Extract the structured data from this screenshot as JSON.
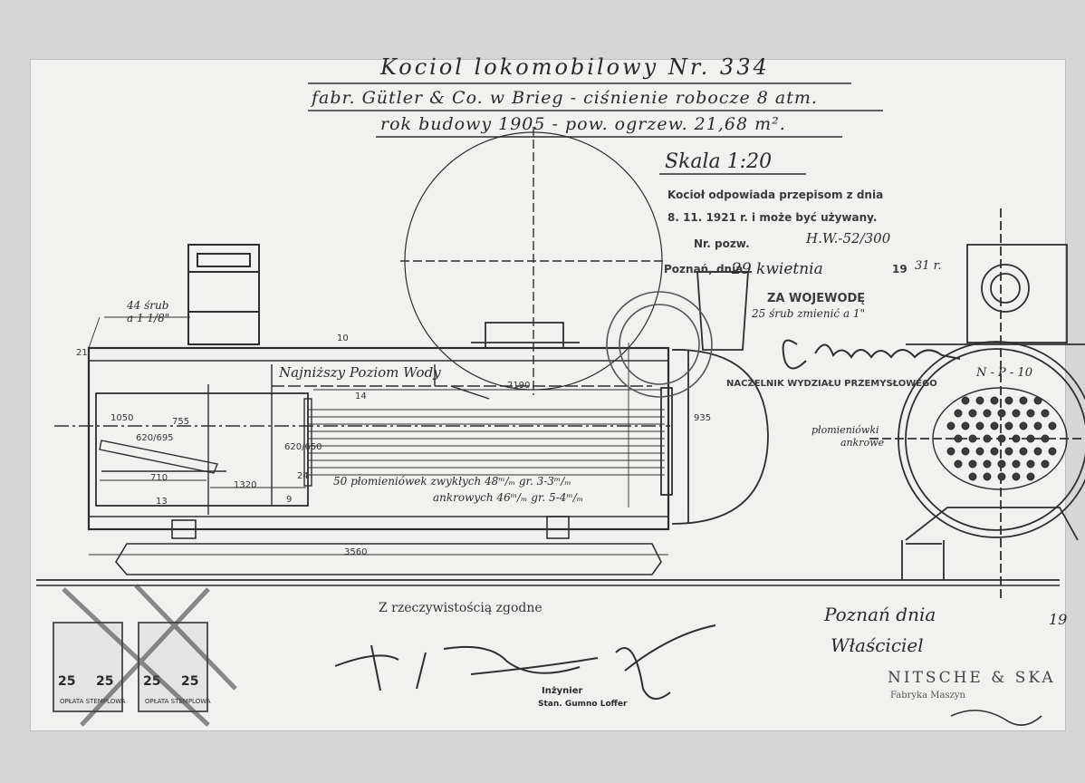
{
  "document": {
    "title_line1": "Kociol lokomobilowy Nr. 334",
    "title_line2": "fabr. Gütler & Co. w Brieg - ciśnienie robocze 8 atm.",
    "title_line3": "rok budowy 1905 - pow. ogrzew. 21,68 m².",
    "scale": "Skala 1:20"
  },
  "approval_stamp": {
    "line1": "Kocioł odpowiada przepisom z dnia",
    "line2": "8. 11. 1921 r. i może być używany.",
    "line3": "Nr. pozw.",
    "reference_number": "H.W.-52/300",
    "line4": "Poznań, dnia",
    "date_handwritten": "29 kwietnia",
    "year_prefix": "19",
    "year_suffix": "31 r.",
    "authority": "ZA WOJEWODĘ",
    "department": "NACZELNIK WYDZIAŁU PRZEMYSŁOWEGO",
    "note": "25 śrub zmienić a 1\""
  },
  "dimensions": {
    "bolts": "44 śrub",
    "bolts_size": "a 1 1/8\"",
    "water_level_label": "Najniższy Poziom Wody",
    "d_2190": "2190",
    "d_935": "935",
    "d_1320": "1320",
    "d_3560": "3560",
    "d_710": "710",
    "d_620_650": "620/650",
    "d_620_695": "620/695",
    "d_755": "755",
    "d_1050": "1050",
    "d_10": "10",
    "d_21": "21",
    "d_24": "24",
    "d_13": "13",
    "d_9": "9",
    "d_14": "14",
    "tubes_line1": "50 płomieniówek zwykłych 48ᵐ/ₘ gr. 3-3ᵐ/ₘ",
    "tubes_line2": "ankrowych 46ᵐ/ₘ gr. 5-4ᵐ/ₘ",
    "section_label": "N - P - 10",
    "flue_tubes_label": "płomieniówki",
    "anchor_label": "ankrowe"
  },
  "footer": {
    "certification": "Z rzeczywistością zgodne",
    "engineer_title": "Inżynier",
    "engineer_name": "Stan. Gumno Loffer",
    "place_date": "Poznań dnia",
    "place_year": "19",
    "owner": "Właściciel",
    "maker": "NITSCHE & SKA",
    "maker_sub": "Fabryka Maszyn"
  },
  "revenue_stamps": [
    {
      "value": "25",
      "value2": "25",
      "caption": "OPŁATA STEMPLOWA"
    },
    {
      "value": "25",
      "value2": "25",
      "caption": "OPŁATA STEMPLOWA"
    }
  ]
}
